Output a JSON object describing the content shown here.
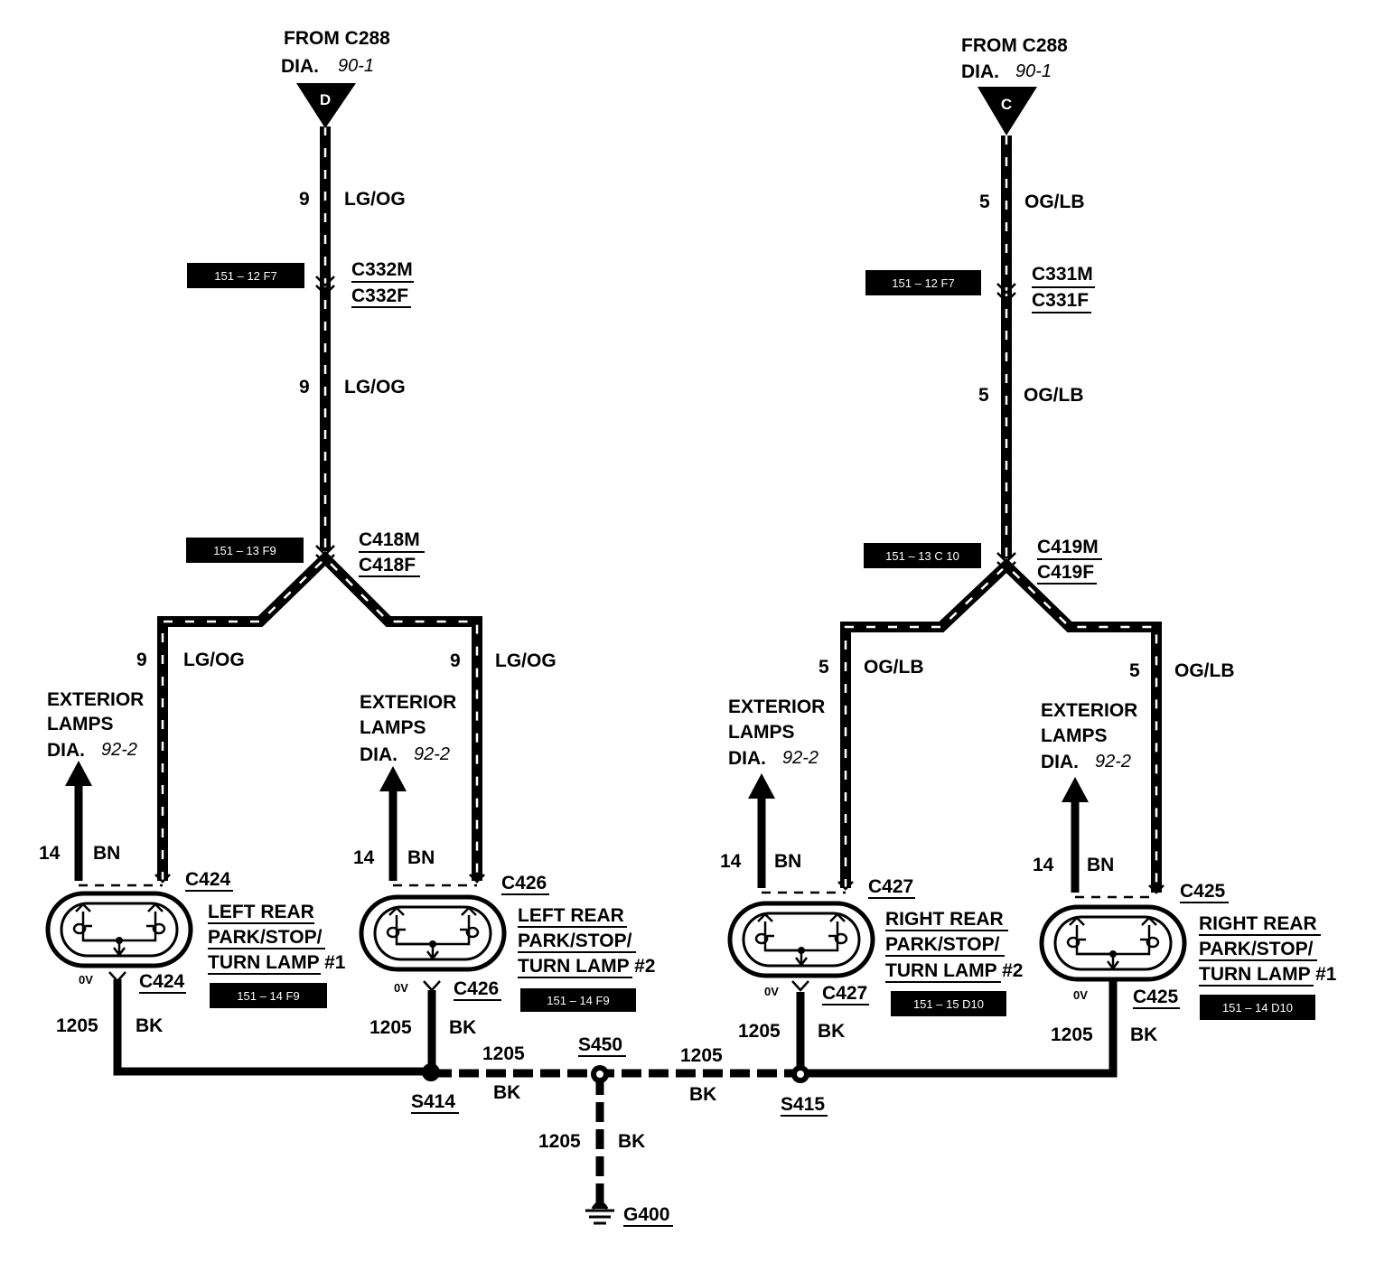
{
  "inputs": {
    "left": {
      "from": "FROM C288",
      "dia": "DIA.",
      "dia_num": "90-1",
      "pin": "D"
    },
    "right": {
      "from": "FROM C288",
      "dia": "DIA.",
      "dia_num": "90-1",
      "pin": "C"
    }
  },
  "wires": {
    "lgog": {
      "circuit": "9",
      "color": "LG/OG"
    },
    "oglb": {
      "circuit": "5",
      "color": "OG/LB"
    },
    "bn": {
      "circuit": "14",
      "color": "BN"
    },
    "bk": {
      "circuit": "1205",
      "color": "BK"
    }
  },
  "connectors": {
    "c332m": "C332M",
    "c332f": "C332F",
    "c331m": "C331M",
    "c331f": "C331F",
    "c418m": "C418M",
    "c418f": "C418F",
    "c419m": "C419M",
    "c419f": "C419F"
  },
  "references": {
    "c332": "151 – 12 F7",
    "c331": "151 – 12 F7",
    "c418": "151 – 13 F9",
    "c419": "151 – 13 C 10"
  },
  "exterior_lamps": {
    "line1": "EXTERIOR",
    "line2": "LAMPS",
    "dia": "DIA.",
    "dia_num": "92-2"
  },
  "lamps": [
    {
      "connector": "C424",
      "line1": "LEFT REAR",
      "line2": "PARK/STOP/",
      "line3": "TURN LAMP #1",
      "ref": "151 – 14 F9",
      "voltage": "0V"
    },
    {
      "connector": "C426",
      "line1": "LEFT REAR",
      "line2": "PARK/STOP/",
      "line3": "TURN LAMP #2",
      "ref": "151 – 14 F9",
      "voltage": "0V"
    },
    {
      "connector": "C427",
      "line1": "RIGHT REAR",
      "line2": "PARK/STOP/",
      "line3": "TURN LAMP #2",
      "ref": "151 – 15 D10",
      "voltage": "0V"
    },
    {
      "connector": "C425",
      "line1": "RIGHT REAR",
      "line2": "PARK/STOP/",
      "line3": "TURN LAMP #1",
      "ref": "151 – 14 D10",
      "voltage": "0V"
    }
  ],
  "splices": {
    "s414": "S414",
    "s450": "S450",
    "s415": "S415"
  },
  "ground": "G400",
  "colors": {
    "ink": "#000000",
    "paper": "#ffffff"
  }
}
